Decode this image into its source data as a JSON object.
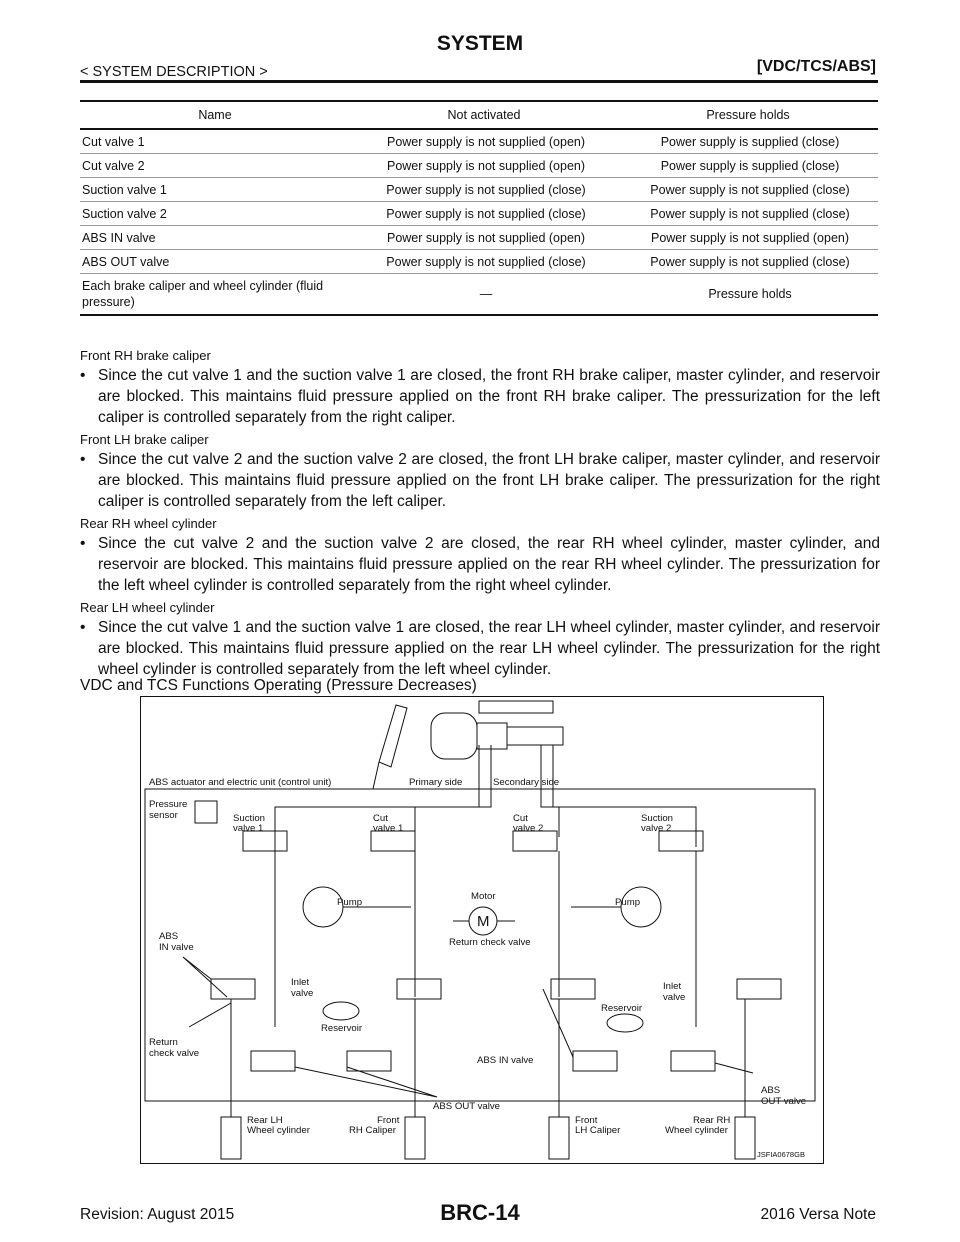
{
  "header": {
    "title": "SYSTEM",
    "left": "< SYSTEM DESCRIPTION >",
    "right": "[VDC/TCS/ABS]"
  },
  "table": {
    "headers": [
      "Name",
      "Not activated",
      "Pressure holds"
    ],
    "rows": [
      [
        "Cut valve 1",
        "Power supply is not supplied (open)",
        "Power supply is supplied (close)"
      ],
      [
        "Cut valve 2",
        "Power supply is not supplied (open)",
        "Power supply is supplied (close)"
      ],
      [
        "Suction valve 1",
        "Power supply is not supplied (close)",
        "Power supply is not supplied (close)"
      ],
      [
        "Suction valve 2",
        "Power supply is not supplied (close)",
        "Power supply is not supplied (close)"
      ],
      [
        "ABS IN valve",
        "Power supply is not supplied (open)",
        "Power supply is not supplied (open)"
      ],
      [
        "ABS OUT valve",
        "Power supply is not supplied (close)",
        "Power supply is not supplied (close)"
      ],
      [
        "Each brake caliper and wheel cylinder (fluid pressure)",
        "—",
        "Pressure holds"
      ]
    ]
  },
  "sections": [
    {
      "heading": "Front RH brake caliper",
      "bullet": "•",
      "text": "Since the cut valve 1 and the suction valve 1 are closed, the front RH brake caliper, master cylinder, and reservoir are blocked. This maintains fluid pressure applied on the front RH brake caliper. The pressurization for the left caliper is controlled separately from the right caliper."
    },
    {
      "heading": "Front LH brake caliper",
      "bullet": "•",
      "text": "Since the cut valve 2 and the suction valve 2 are closed, the front LH brake caliper, master cylinder, and reservoir are blocked. This maintains fluid pressure applied on the front LH brake caliper. The pressurization for the right caliper is controlled separately from the left caliper."
    },
    {
      "heading": "Rear RH wheel cylinder",
      "bullet": "•",
      "text": "Since the cut valve 2 and the suction valve 2 are closed, the rear RH wheel cylinder, master cylinder, and reservoir are blocked. This maintains fluid pressure applied on the rear RH wheel cylinder. The pressurization for the left wheel cylinder is controlled separately from the right wheel cylinder."
    },
    {
      "heading": "Rear LH wheel cylinder",
      "bullet": "•",
      "text": "Since the cut valve 1 and the suction valve 1 are closed, the rear LH wheel cylinder, master cylinder, and reservoir are blocked. This maintains fluid pressure applied on the rear LH wheel cylinder. The pressurization for the right wheel cylinder is controlled separately from the left wheel cylinder."
    }
  ],
  "figure": {
    "caption": "VDC and TCS Functions Operating (Pressure Decreases)",
    "labels": {
      "abs_actuator": "ABS actuator and electric unit (control unit)",
      "primary_side": "Primary side",
      "secondary_side": "Secondary side",
      "pressure_sensor_1": "Pressure",
      "pressure_sensor_2": "sensor",
      "suction_valve1_a": "Suction",
      "suction_valve1_b": "valve 1",
      "cut_valve1_a": "Cut",
      "cut_valve1_b": "valve 1",
      "cut_valve2_a": "Cut",
      "cut_valve2_b": "valve 2",
      "suction_valve2_a": "Suction",
      "suction_valve2_b": "valve 2",
      "motor": "Motor",
      "motor_symbol": "M",
      "pump_left": "Pump",
      "pump_right": "Pump",
      "return_check_valve_center": "Return check valve",
      "abs_in_valve_left_a": "ABS",
      "abs_in_valve_left_b": "IN valve",
      "inlet_valve_left_a": "Inlet",
      "inlet_valve_left_b": "valve",
      "inlet_valve_right_a": "Inlet",
      "inlet_valve_right_b": "valve",
      "reservoir_left": "Reservoir",
      "reservoir_right": "Reservoir",
      "return_check_left_a": "Return",
      "return_check_left_b": "check valve",
      "abs_in_valve_right": "ABS IN valve",
      "abs_out_valve_center": "ABS OUT valve",
      "abs_out_valve_right_a": "ABS",
      "abs_out_valve_right_b": "OUT valve",
      "rear_lh_a": "Rear LH",
      "rear_lh_b": "Wheel cylinder",
      "front_rh_a": "Front",
      "front_rh_b": "RH Caliper",
      "front_lh_a": "Front",
      "front_lh_b": "LH Caliper",
      "rear_rh_a": "Rear RH",
      "rear_rh_b": "Wheel cylinder",
      "figure_id": "JSFIA0678GB"
    }
  },
  "footer": {
    "left": "Revision: August 2015",
    "center": "BRC-14",
    "right": "2016 Versa Note"
  }
}
